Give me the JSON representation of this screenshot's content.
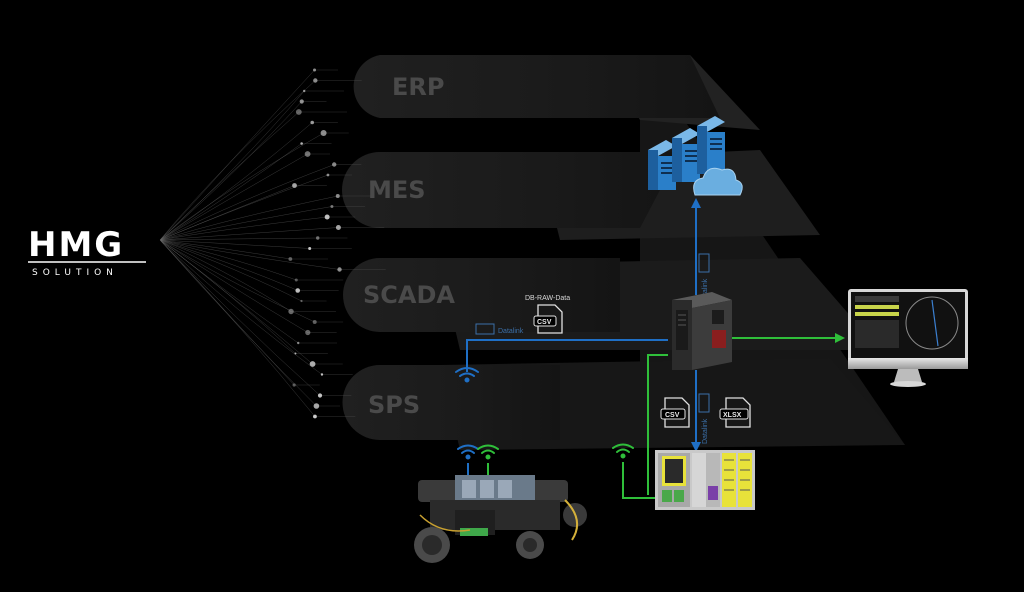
{
  "logo": {
    "name": "HMG",
    "tagline": "SOLUTION"
  },
  "layers": [
    "ERP",
    "MES",
    "SCADA",
    "SPS"
  ],
  "labels": {
    "db_raw": "DB-RAW-Data"
  },
  "files": {
    "csv_upper": "CSV",
    "csv_lower": "CSV",
    "xlsx": "XLSX"
  },
  "connector": {
    "text": "Datalink"
  },
  "colors": {
    "background": "#000000",
    "layer_band": "#1c1c1c",
    "layer_text": "#4a4a4a",
    "blue_line": "#1f6fc5",
    "green_line": "#2fbf3a",
    "plc_yellow": "#e8e23a",
    "server_blue": "#2a7fc9"
  },
  "icons": [
    "hmg-logo-icon",
    "server-rack-icon",
    "cloud-icon",
    "edge-pc-icon",
    "monitor-icon",
    "plc-icon",
    "wifi-icon",
    "agv-robot-icon",
    "file-csv-icon",
    "file-xlsx-icon",
    "datalink-icon"
  ]
}
